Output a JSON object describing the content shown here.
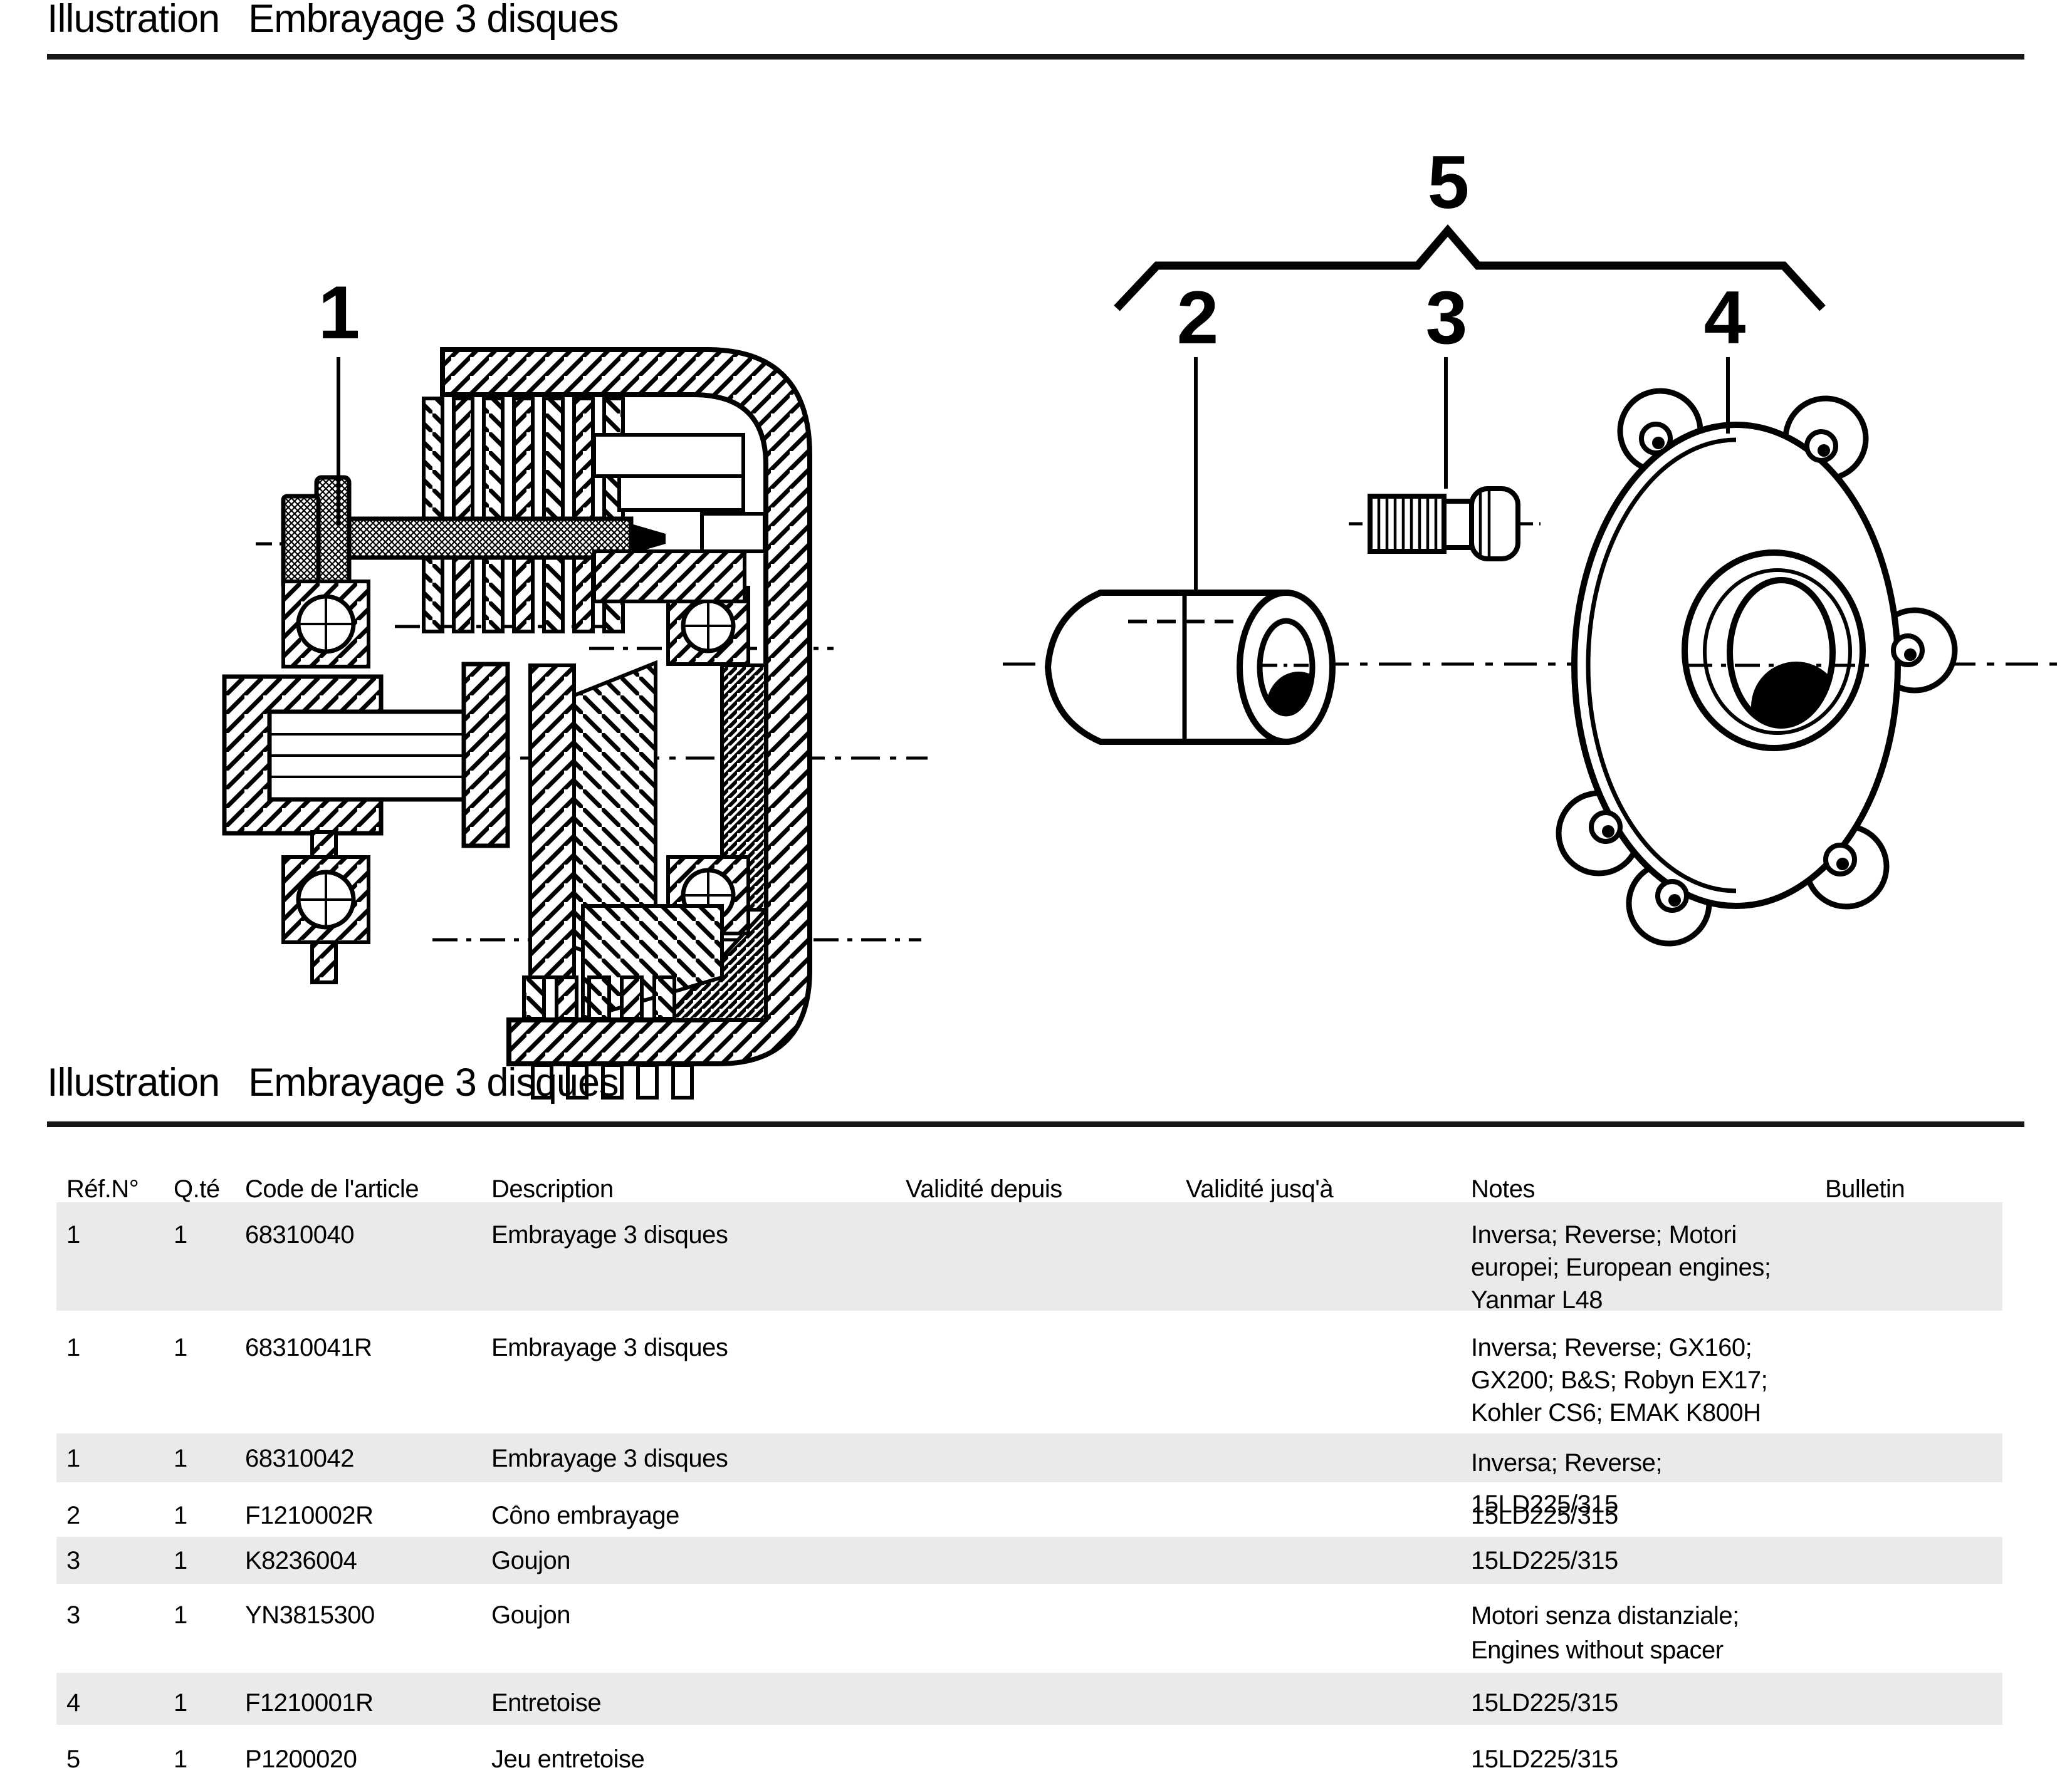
{
  "titles": {
    "top_label": "Illustration",
    "top_name": "Embrayage 3 disques",
    "section_label": "Illustration",
    "section_name": "Embrayage 3 disques"
  },
  "diagram": {
    "callouts": {
      "c1": "1",
      "c2": "2",
      "c3": "3",
      "c4": "4",
      "c5": "5"
    }
  },
  "table": {
    "headers": {
      "ref": "Réf.N°",
      "qty": "Q.té",
      "code": "Code de l'article",
      "desc": "Description",
      "valid_from": "Validité depuis",
      "valid_to": "Validité jusq'à",
      "notes": "Notes",
      "bulletin": "Bulletin"
    },
    "rows": [
      {
        "ref": "1",
        "qty": "1",
        "code": "68310040",
        "desc": "Embrayage 3 disques",
        "valid_from": "",
        "valid_to": "",
        "notes": [
          "Inversa; Reverse; Motori",
          "europei; European engines;",
          "Yanmar L48"
        ],
        "bulletin": ""
      },
      {
        "ref": "1",
        "qty": "1",
        "code": "68310041R",
        "desc": "Embrayage 3 disques",
        "valid_from": "",
        "valid_to": "",
        "notes": [
          "Inversa; Reverse; GX160;",
          "GX200; B&S; Robyn EX17;",
          "Kohler CS6; EMAK K800H"
        ],
        "bulletin": ""
      },
      {
        "ref": "1",
        "qty": "1",
        "code": "68310042",
        "desc": "Embrayage 3 disques",
        "valid_from": "",
        "valid_to": "",
        "notes": [
          "Inversa; Reverse;",
          "15LD225/315"
        ],
        "bulletin": ""
      },
      {
        "ref": "2",
        "qty": "1",
        "code": "F1210002R",
        "desc": "Côno embrayage",
        "valid_from": "",
        "valid_to": "",
        "notes": [
          "15LD225/315"
        ],
        "bulletin": ""
      },
      {
        "ref": "3",
        "qty": "1",
        "code": "K8236004",
        "desc": "Goujon",
        "valid_from": "",
        "valid_to": "",
        "notes": [
          "15LD225/315"
        ],
        "bulletin": ""
      },
      {
        "ref": "3",
        "qty": "1",
        "code": "YN3815300",
        "desc": "Goujon",
        "valid_from": "",
        "valid_to": "",
        "notes": [
          "Motori senza distanziale;",
          "Engines without spacer"
        ],
        "bulletin": ""
      },
      {
        "ref": "4",
        "qty": "1",
        "code": "F1210001R",
        "desc": "Entretoise",
        "valid_from": "",
        "valid_to": "",
        "notes": [
          "15LD225/315"
        ],
        "bulletin": ""
      },
      {
        "ref": "5",
        "qty": "1",
        "code": "P1200020",
        "desc": "Jeu entretoise",
        "valid_from": "",
        "valid_to": "",
        "notes": [
          "15LD225/315"
        ],
        "bulletin": ""
      }
    ]
  }
}
